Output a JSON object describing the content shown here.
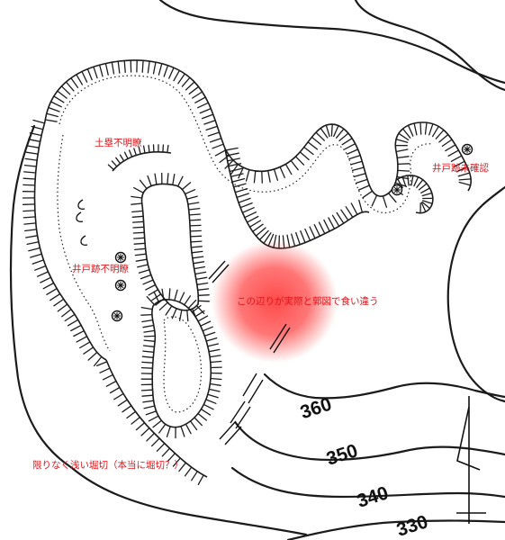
{
  "map": {
    "annotations": {
      "dorui": "土塁不明瞭",
      "ido_fumei": "井戸跡不明瞭",
      "ido_mikakunin": "井戸跡未確認",
      "kuruwa_chigai": "この辺りが実際と郭図で食い違う",
      "horikiri": "限りなく浅い堀切（本当に堀切？）"
    },
    "contour_labels": [
      "360",
      "350",
      "340",
      "330"
    ],
    "highlight_color": "#ff3b3b",
    "annotation_color": "#e0141a",
    "icons": [
      "well-symbol-icon",
      "north-arrow-icon"
    ]
  }
}
